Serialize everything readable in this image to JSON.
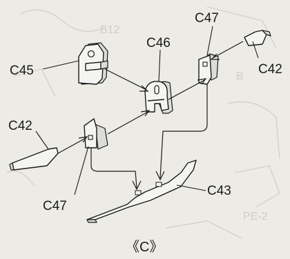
{
  "labels": {
    "c45": "C45",
    "c46": "C46",
    "c47_top": "C47",
    "c42_right": "C42",
    "c42_left": "C42",
    "c47_bottom": "C47",
    "c43": "C43"
  },
  "caption": "《C》",
  "background_text": {
    "ghost1": "B12",
    "ghost2": "B",
    "ghost3": "PE-2"
  },
  "colors": {
    "background": "#ecebe6",
    "ink": "#1a1a1a",
    "part_fill": "#f4f4f2",
    "ghost": "#d3d1ca"
  }
}
